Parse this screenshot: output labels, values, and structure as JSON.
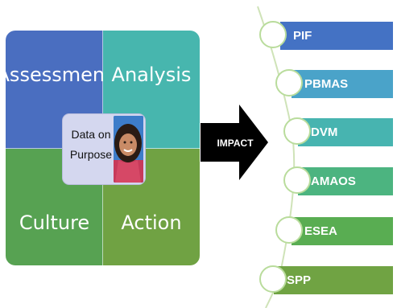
{
  "quadrants": {
    "assessment": "Assessment",
    "analysis": "Analysis",
    "culture": "Culture",
    "action": "Action"
  },
  "center": {
    "line1": "Data on",
    "line2": "Purpose"
  },
  "arrow": {
    "label": "IMPACT"
  },
  "items": [
    {
      "label": "PIF",
      "color": "#4472c4"
    },
    {
      "label": "PBMAS",
      "color": "#4aa3c9"
    },
    {
      "label": "DVM",
      "color": "#47b4b0"
    },
    {
      "label": "AMAOS",
      "color": "#4cb480"
    },
    {
      "label": "ESEA",
      "color": "#59ad52"
    },
    {
      "label": "SPP",
      "color": "#70a343"
    }
  ],
  "colors": {
    "assessment": "#4a6ec0",
    "analysis": "#47b6ae",
    "culture": "#57a252",
    "action": "#70a243",
    "vine": "#cfe3b8"
  }
}
